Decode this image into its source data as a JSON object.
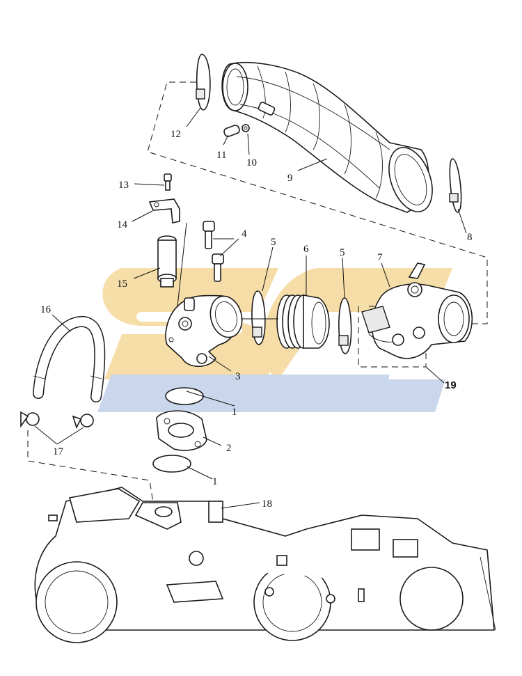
{
  "watermark": {
    "text": "SC",
    "colors": {
      "yellow": "#f6dca3",
      "blue": "#c8d4ea"
    }
  },
  "callouts": [
    {
      "id": "c1a",
      "text": "1"
    },
    {
      "id": "c1b",
      "text": "1"
    },
    {
      "id": "c2",
      "text": "2"
    },
    {
      "id": "c3",
      "text": "3"
    },
    {
      "id": "c4",
      "text": "4"
    },
    {
      "id": "c5a",
      "text": "5"
    },
    {
      "id": "c5b",
      "text": "5"
    },
    {
      "id": "c6",
      "text": "6"
    },
    {
      "id": "c7",
      "text": "7"
    },
    {
      "id": "c8",
      "text": "8"
    },
    {
      "id": "c9",
      "text": "9"
    },
    {
      "id": "c10",
      "text": "10"
    },
    {
      "id": "c11",
      "text": "11"
    },
    {
      "id": "c12",
      "text": "12"
    },
    {
      "id": "c13",
      "text": "13"
    },
    {
      "id": "c14",
      "text": "14"
    },
    {
      "id": "c15",
      "text": "15"
    },
    {
      "id": "c16",
      "text": "16"
    },
    {
      "id": "c17",
      "text": "17"
    },
    {
      "id": "c18",
      "text": "18"
    },
    {
      "id": "c19",
      "text": "19"
    }
  ]
}
